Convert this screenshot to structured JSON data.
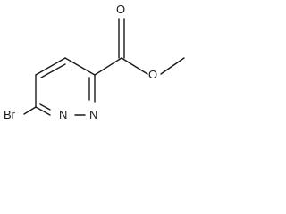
{
  "structure": {
    "atoms": {
      "bromine": "Br",
      "nitrogen_1": "N",
      "nitrogen_2": "N",
      "carbonyl_oxygen": "O",
      "ester_oxygen": "O"
    }
  }
}
